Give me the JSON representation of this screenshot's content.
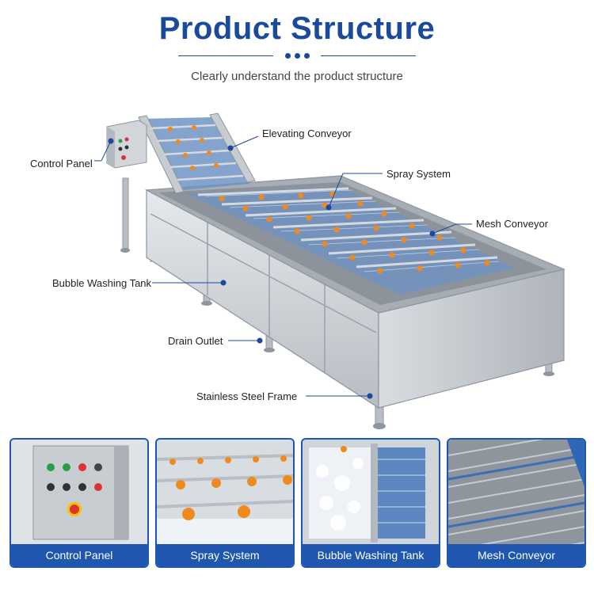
{
  "header": {
    "title": "Product Structure",
    "subtitle": "Clearly understand the product structure"
  },
  "callouts": {
    "control_panel": "Control Panel",
    "elevating_conveyor": "Elevating Conveyor",
    "spray_system": "Spray System",
    "mesh_conveyor": "Mesh Conveyor",
    "bubble_washing_tank": "Bubble Washing Tank",
    "drain_outlet": "Drain Outlet",
    "stainless_steel_frame": "Stainless Steel Frame"
  },
  "panels": [
    {
      "label": "Control Panel"
    },
    {
      "label": "Spray System"
    },
    {
      "label": "Bubble Washing Tank"
    },
    {
      "label": "Mesh Conveyor"
    }
  ],
  "colors": {
    "brand": "#1a4a9c",
    "panel_border": "#1e56b0",
    "nozzle": "#f08a1c",
    "steel": "#c9ced3"
  }
}
